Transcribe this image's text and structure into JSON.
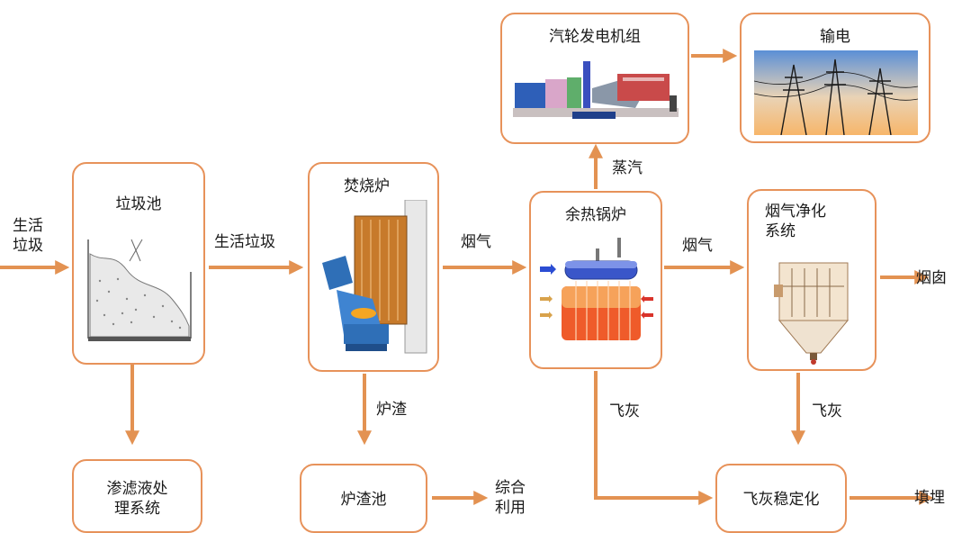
{
  "nodes": {
    "garbage_pit": "垃圾池",
    "leachate": "渗滤液处\n理系统",
    "incinerator": "焚烧炉",
    "slag_pit": "炉渣池",
    "boiler": "余热锅炉",
    "turbine": "汽轮发电机组",
    "transmission": "输电",
    "flue_purification": "烟气净化\n系统",
    "fly_ash_stab": "飞灰稳定化"
  },
  "labels": {
    "input_garbage": "生活\n垃圾",
    "domestic_garbage": "生活垃圾",
    "flue_gas_1": "烟气",
    "flue_gas_2": "烟气",
    "steam": "蒸汽",
    "slag": "炉渣",
    "fly_ash_1": "飞灰",
    "fly_ash_2": "飞灰",
    "chimney": "烟囱",
    "comprehensive_use": "综合\n利用",
    "landfill": "填埋"
  },
  "colors": {
    "accent": "#e7925a",
    "arrow": "#e39252"
  }
}
